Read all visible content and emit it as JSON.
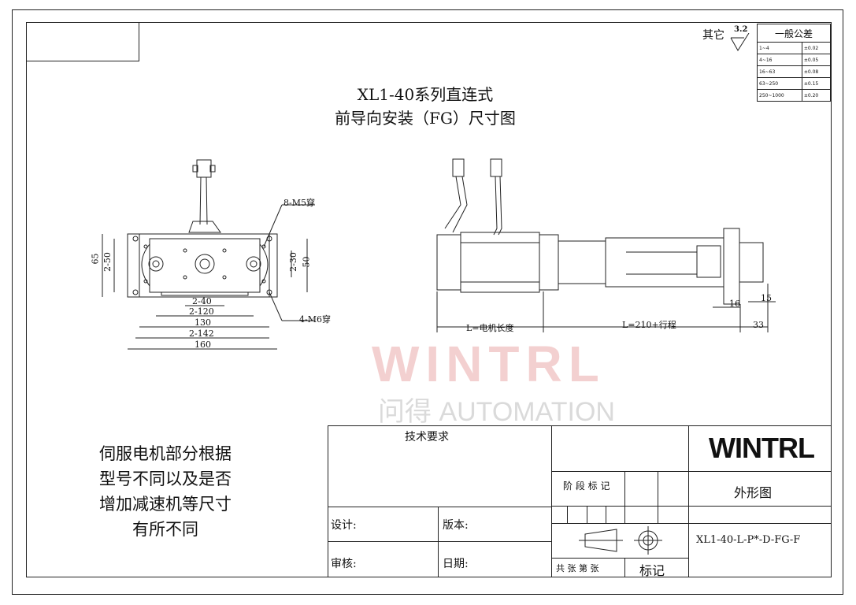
{
  "title": {
    "line1": "XL1-40系列直连式",
    "line2": "前导向安装（FG）尺寸图"
  },
  "note": {
    "line1": "伺服电机部分根据",
    "line2": "型号不同以及是否",
    "line3": "增加减速机等尺寸",
    "line4": "有所不同"
  },
  "roughness": {
    "label": "其它",
    "value": "3.2"
  },
  "tolerance": {
    "header": "一般公差",
    "rows": [
      {
        "range": "1~4",
        "tol": "±0.02"
      },
      {
        "range": "4~16",
        "tol": "±0.05"
      },
      {
        "range": "16~63",
        "tol": "±0.08"
      },
      {
        "range": "63~250",
        "tol": "±0.15"
      },
      {
        "range": "250~1000",
        "tol": "±0.20"
      }
    ]
  },
  "front_view": {
    "hole_label_top": "8-M5穿",
    "hole_label_bottom": "4-M6穿",
    "dims": {
      "d65": "65",
      "d2_50": "2-50",
      "d2_30": "2-30",
      "d50": "50",
      "d2_40": "2-40",
      "d2_120": "2-120",
      "d130": "130",
      "d2_142": "2-142",
      "d160": "160"
    }
  },
  "side_view": {
    "dims": {
      "motor_len": "L=电机长度",
      "stroke_len": "L=210+行程",
      "d33": "33",
      "d16": "16",
      "d15": "15"
    }
  },
  "watermark": {
    "line1": "WINTRL",
    "line2": "问得 AUTOMATION"
  },
  "title_block": {
    "tech_req": "技术要求",
    "brand": "WINTRL",
    "stage_mark": "阶 段 标 记",
    "drawing_name": "外形图",
    "design": "设计:",
    "version": "版本:",
    "review": "审核:",
    "date": "日期:",
    "sheets": "共  张  第  张",
    "mark": "标记",
    "part_no": "XL1-40-L-P*-D-FG-F"
  }
}
